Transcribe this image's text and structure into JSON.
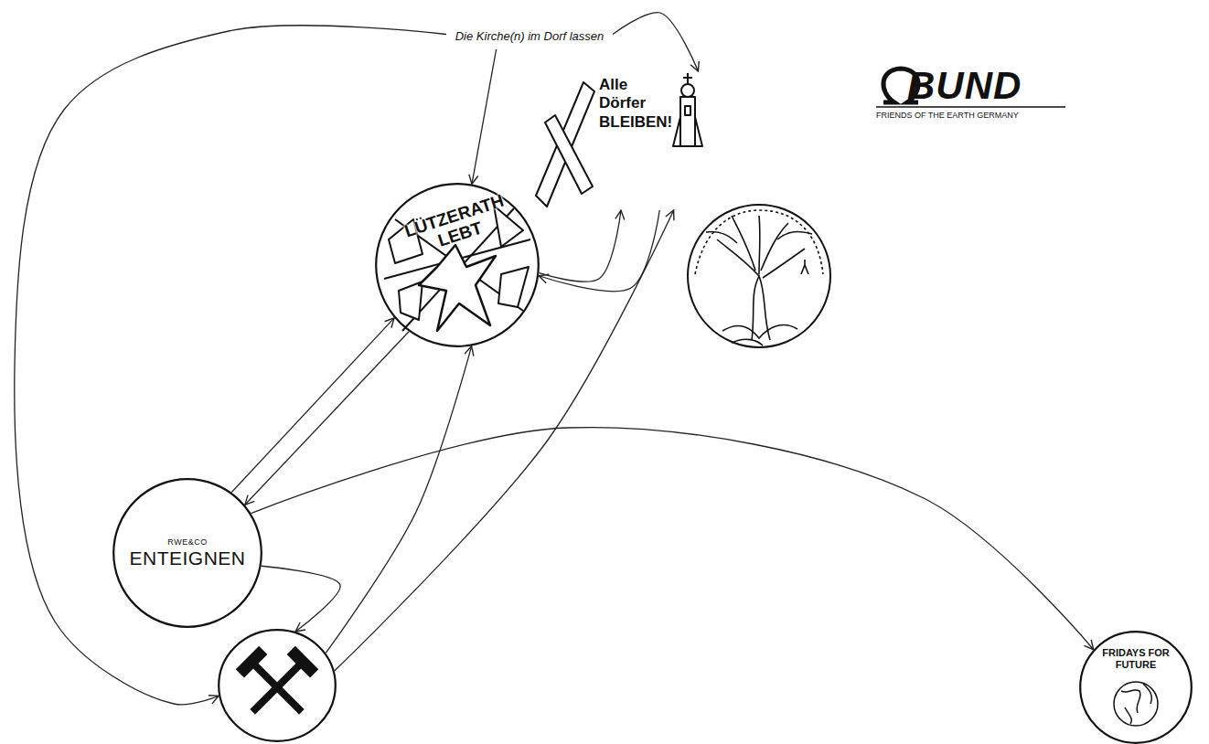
{
  "diagram": {
    "nodes": [
      {
        "text": [
          "Die Kirche(n) im Dorf lassen"
        ]
      },
      {
        "text": [
          "Alle Dörfer BLEIBEN!"
        ]
      },
      {
        "text": [
          "LÜTZERATH LEBT"
        ]
      },
      {
        "text": [
          "RWE&CO",
          "ENTEIGNEN"
        ]
      },
      {
        "text": []
      },
      {
        "text": [
          "FRIDAYS FOR FUTURE"
        ]
      }
    ],
    "edges": [
      {
        "from": 0,
        "to": 2,
        "arrow": "to"
      },
      {
        "from": 0,
        "to": 1,
        "arrow": "to"
      },
      {
        "from": 0,
        "to": 4,
        "arrow": "to"
      },
      {
        "from": 2,
        "to": 1,
        "arrow": "to"
      },
      {
        "from": 1,
        "to": 2,
        "arrow": "to"
      },
      {
        "from": 3,
        "to": 2,
        "arrow": "to"
      },
      {
        "from": 2,
        "to": 3,
        "arrow": "to"
      },
      {
        "from": 3,
        "to": 4,
        "arrow": "to"
      },
      {
        "from": 3,
        "to": 5,
        "arrow": "to"
      },
      {
        "from": 4,
        "to": 2,
        "arrow": "to"
      },
      {
        "from": 4,
        "to": 1,
        "arrow": "to"
      }
    ],
    "labels": [
      "BUND",
      "FRIENDS OF THE EARTH GERMANY"
    ]
  }
}
